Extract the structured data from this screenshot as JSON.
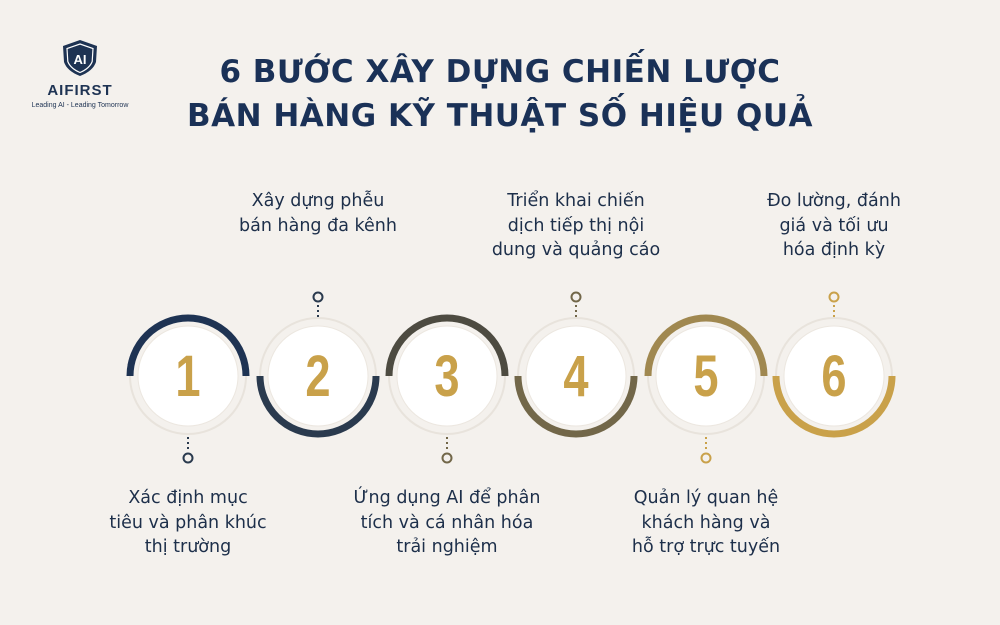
{
  "brand": {
    "logo_mark": "AI",
    "name": "AIFIRST",
    "tagline": "Leading AI - Leading Tomorrow"
  },
  "title": {
    "line1": "6 BƯỚC XÂY DỰNG CHIẾN LƯỢC",
    "line2": "BÁN HÀNG KỸ THUẬT SỐ HIỆU QUẢ"
  },
  "colors": {
    "background": "#f4f1ed",
    "navy": "#1a3157",
    "gold": "#c9a14a"
  },
  "steps": [
    {
      "number": "1",
      "label_lines": [
        "Xác định mục",
        "tiêu và phân khúc",
        "thị trường"
      ],
      "label_position": "bottom",
      "ring_color": "#1e3353"
    },
    {
      "number": "2",
      "label_lines": [
        "Xây dựng phễu",
        "bán hàng đa kênh"
      ],
      "label_position": "top",
      "ring_color": "#2a3a4e"
    },
    {
      "number": "3",
      "label_lines": [
        "Ứng dụng AI để phân",
        "tích và cá nhân hóa",
        "trải nghiệm"
      ],
      "label_position": "bottom",
      "ring_color": "#4d4b41"
    },
    {
      "number": "4",
      "label_lines": [
        "Triển khai chiến",
        "dịch tiếp thị nội",
        "dung và quảng cáo"
      ],
      "label_position": "top",
      "ring_color": "#726749"
    },
    {
      "number": "5",
      "label_lines": [
        "Quản lý quan hệ",
        "khách hàng và",
        "hỗ trợ trực tuyến"
      ],
      "label_position": "bottom",
      "ring_color": "#a08850"
    },
    {
      "number": "6",
      "label_lines": [
        "Đo lường, đánh",
        "giá và tối ưu",
        "hóa định kỳ"
      ],
      "label_position": "top",
      "ring_color": "#c9a14a"
    }
  ]
}
